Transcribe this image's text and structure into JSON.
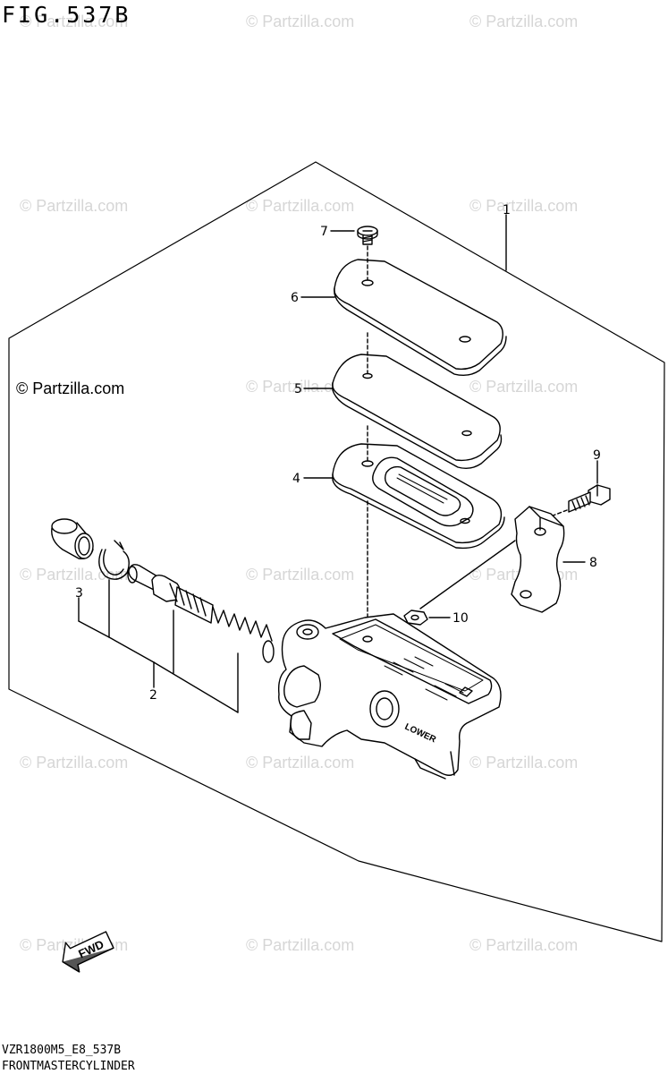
{
  "figure": {
    "title": "FIG.537B",
    "brand": "© Partzilla.com",
    "watermark": "© Partzilla.com",
    "fwd_label": "FWD",
    "lower_label": "LOWER",
    "footer_code": "VZR1800M5_E8_537B",
    "footer_name": "FRONTMASTERCYLINDER"
  },
  "callouts": [
    {
      "num": "1",
      "part": "master-cylinder-assembly"
    },
    {
      "num": "2",
      "part": "piston-kit"
    },
    {
      "num": "3",
      "part": "boot"
    },
    {
      "num": "4",
      "part": "plate"
    },
    {
      "num": "5",
      "part": "diaphragm"
    },
    {
      "num": "6",
      "part": "cap"
    },
    {
      "num": "7",
      "part": "screw"
    },
    {
      "num": "8",
      "part": "holder"
    },
    {
      "num": "9",
      "part": "bolt"
    },
    {
      "num": "10",
      "part": "nut"
    }
  ]
}
